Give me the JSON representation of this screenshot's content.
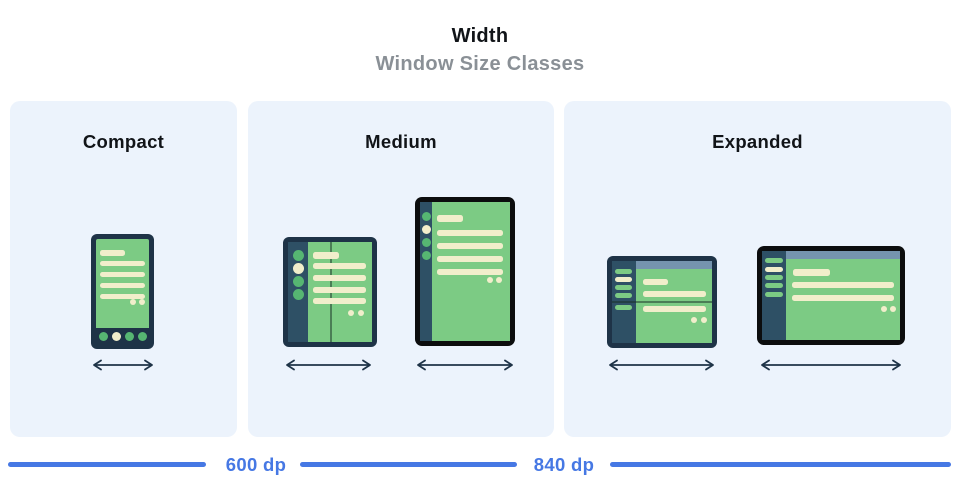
{
  "header": {
    "title": "Width",
    "subtitle": "Window Size Classes"
  },
  "panels": [
    {
      "label": "Compact",
      "devices": [
        "phone-icon"
      ]
    },
    {
      "label": "Medium",
      "devices": [
        "foldable-open-icon",
        "tablet-portrait-icon"
      ]
    },
    {
      "label": "Expanded",
      "devices": [
        "tablet-landscape-foldable-icon",
        "desktop-display-icon"
      ]
    }
  ],
  "breakpoints": [
    {
      "label": "600 dp"
    },
    {
      "label": "840 dp"
    }
  ],
  "colors": {
    "ink": "#111418",
    "gray": "#8a9096",
    "panel": "#ecf3fc",
    "navy": "#1e3347",
    "teal": "#2e5065",
    "green": "#7ccb84",
    "green_dot": "#56b672",
    "cream": "#f1eecb",
    "bluegray": "#7594ae",
    "black": "#0c0d0e",
    "blue": "#4678e4"
  }
}
